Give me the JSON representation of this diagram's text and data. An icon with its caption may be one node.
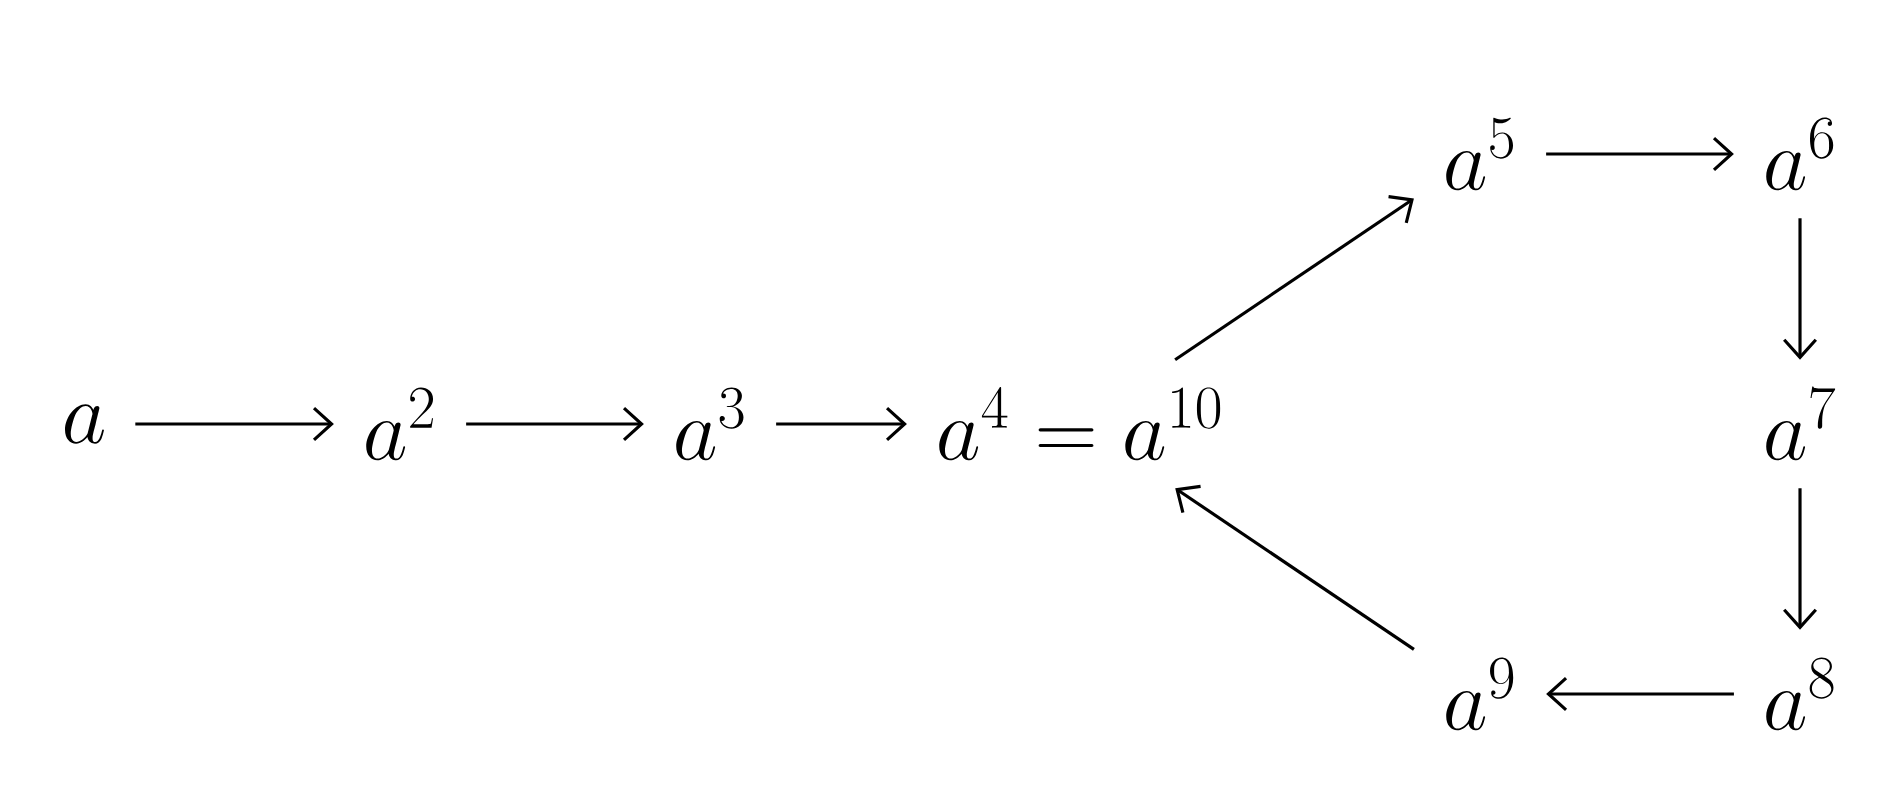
{
  "diagram": {
    "nodes": [
      {
        "text": [
          "a"
        ]
      },
      {
        "text": [
          "a^{2}"
        ]
      },
      {
        "text": [
          "a^{3}"
        ]
      },
      {
        "text": [
          "a^{4}=a^{10}"
        ]
      },
      {
        "text": [
          "a^{5}"
        ]
      },
      {
        "text": [
          "a^{6}"
        ]
      },
      {
        "text": [
          "a^{7}"
        ]
      },
      {
        "text": [
          "a^{8}"
        ]
      },
      {
        "text": [
          "a^{9}"
        ]
      }
    ],
    "edges": [
      {
        "from": 0,
        "to": 1,
        "arrow": "to"
      },
      {
        "from": 1,
        "to": 2,
        "arrow": "to"
      },
      {
        "from": 2,
        "to": 3,
        "arrow": "to"
      },
      {
        "from": 3,
        "to": 4,
        "arrow": "to"
      },
      {
        "from": 4,
        "to": 5,
        "arrow": "to"
      },
      {
        "from": 5,
        "to": 6,
        "arrow": "to"
      },
      {
        "from": 6,
        "to": 7,
        "arrow": "to"
      },
      {
        "from": 7,
        "to": 8,
        "arrow": "to"
      },
      {
        "from": 8,
        "to": 3,
        "arrow": "to"
      }
    ]
  }
}
